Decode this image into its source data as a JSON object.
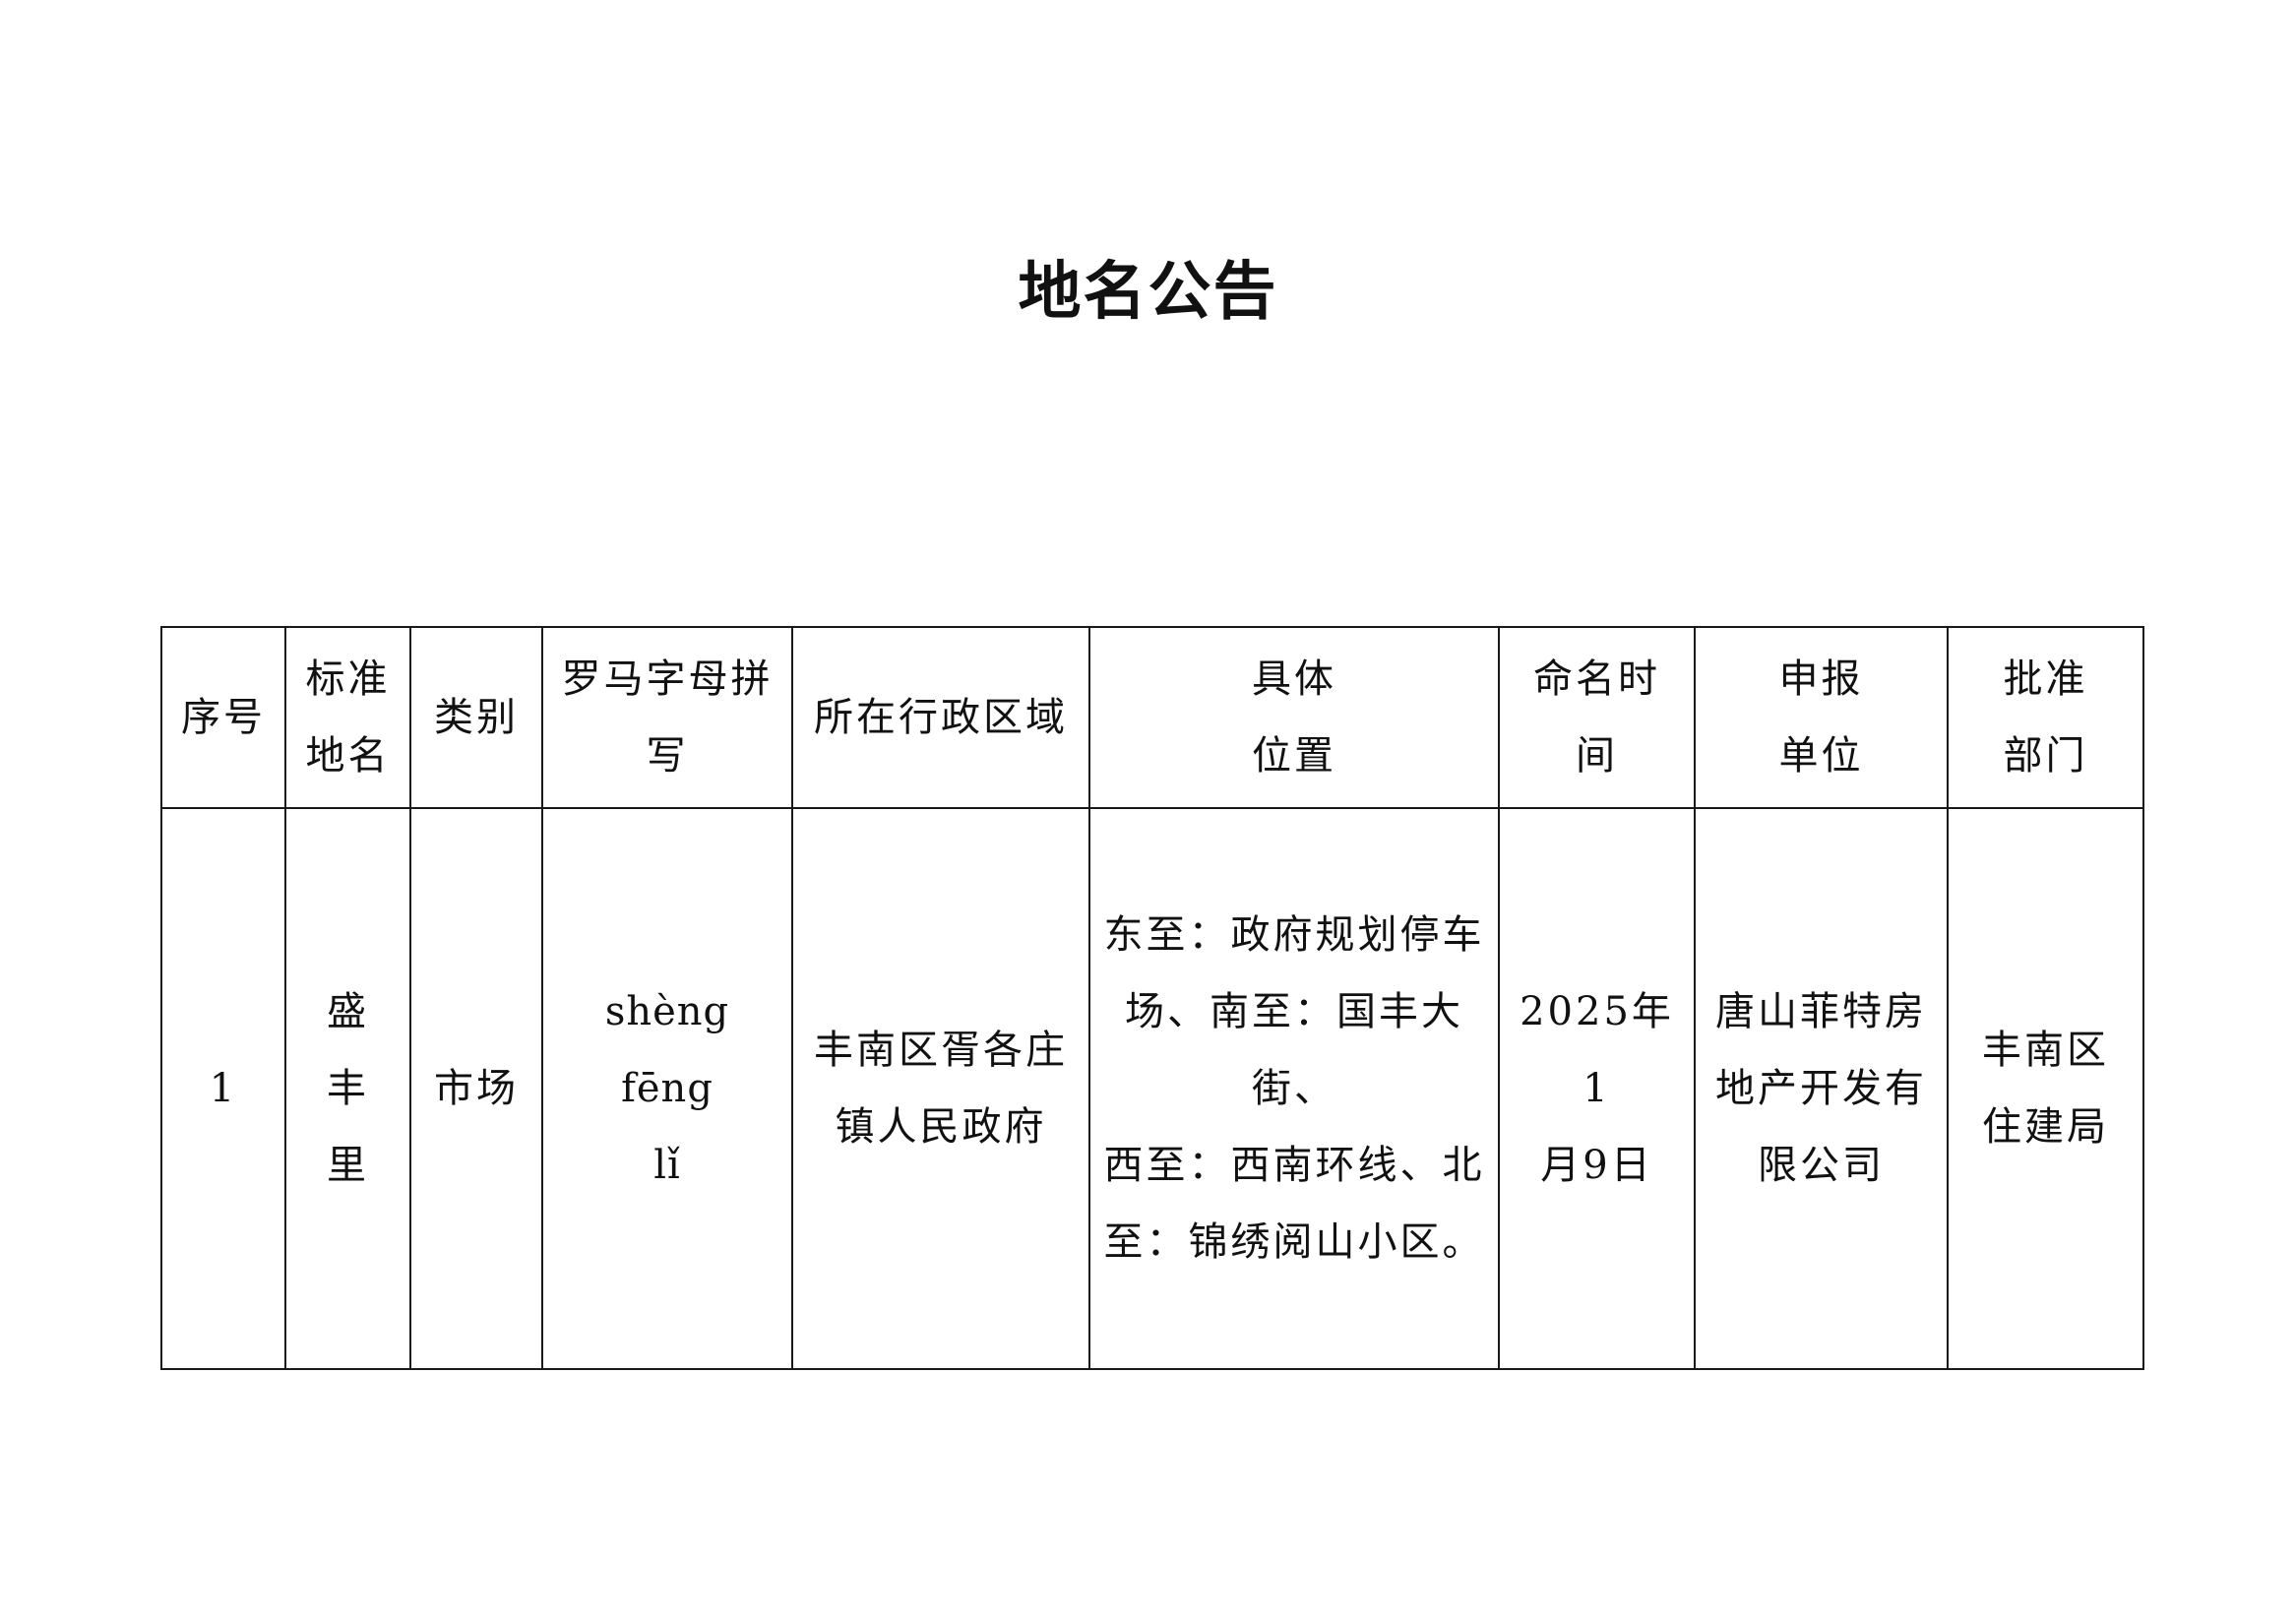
{
  "title": "地名公告",
  "table": {
    "headers": [
      [
        "序号"
      ],
      [
        "标准",
        "地名"
      ],
      [
        "类别"
      ],
      [
        "罗马字母拼",
        "写"
      ],
      [
        "所在行政区域"
      ],
      [
        "具体",
        "位置"
      ],
      [
        "命名时",
        "间"
      ],
      [
        "申报",
        "单位"
      ],
      [
        "批准",
        "部门"
      ]
    ],
    "rows": [
      {
        "index": "1",
        "name": [
          "盛",
          "丰",
          "里"
        ],
        "category": "市场",
        "pinyin": [
          "shèng",
          "fēng",
          "lǐ"
        ],
        "region": [
          "丰南区胥各庄",
          "镇人民政府"
        ],
        "location": [
          "东至：政府规划停车",
          "场、南至：国丰大街、",
          "西至：西南环线、北",
          "至：锦绣阅山小区。"
        ],
        "date": [
          "2025年1",
          "月9日"
        ],
        "applicant": [
          "唐山菲特房",
          "地产开发有",
          "限公司"
        ],
        "approver": [
          "丰南区",
          "住建局"
        ]
      }
    ]
  }
}
